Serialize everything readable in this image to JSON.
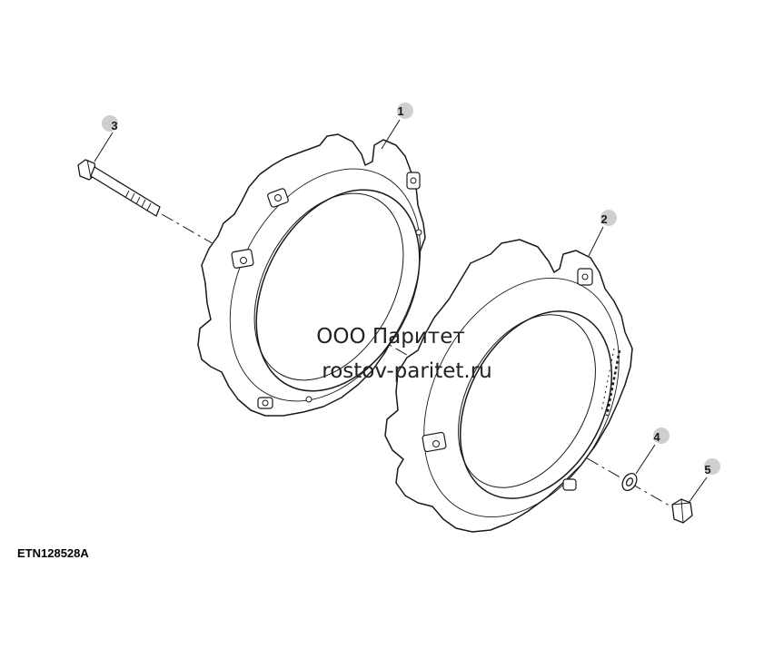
{
  "diagram": {
    "callouts": [
      {
        "id": "1",
        "label": "1"
      },
      {
        "id": "2",
        "label": "2"
      },
      {
        "id": "3",
        "label": "3"
      },
      {
        "id": "4",
        "label": "4"
      },
      {
        "id": "5",
        "label": "5"
      }
    ],
    "watermark": {
      "line1": "ООО Паритет",
      "line2": "rostov-paritet.ru"
    },
    "figure_id": "ETN128528A",
    "colors": {
      "line": "#1a1a1a",
      "callout_badge": "#cfcfcf",
      "background": "#ffffff"
    }
  }
}
